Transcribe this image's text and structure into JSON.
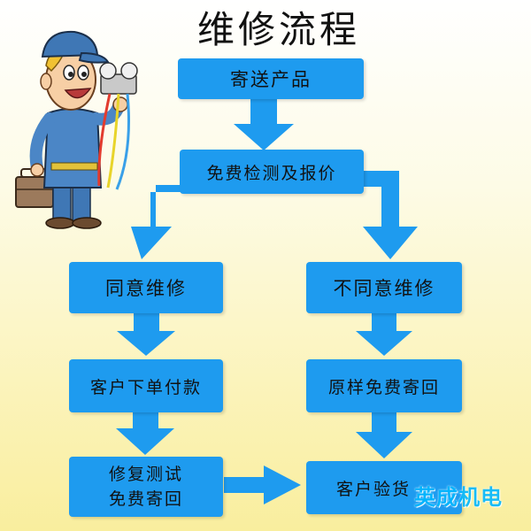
{
  "title": "维修流程",
  "nodes": {
    "send": "寄送产品",
    "inspect": "免费检测及报价",
    "agree": "同意维修",
    "disagree": "不同意维修",
    "order": "客户下单付款",
    "return_free": "原样免费寄回",
    "repair_line1": "修复测试",
    "repair_line2": "免费寄回",
    "accept": "客户验货"
  },
  "watermark": "英成机电",
  "colors": {
    "box": "#1e9bef",
    "arrow": "#1e9bef",
    "text": "#111111",
    "background_top": "#ffffff",
    "background_bottom": "#f9ee9e"
  }
}
